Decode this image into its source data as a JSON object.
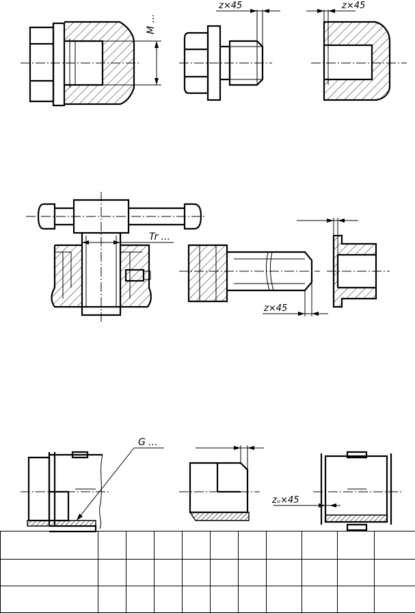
{
  "labels": {
    "thread_m": "M ...",
    "chamfer_1": "z×45",
    "chamfer_2": "z×45",
    "thread_tr": "Tr ...",
    "chamfer_3": "z×45",
    "thread_g": "G ...",
    "chamfer_4": "zᵤ×45"
  },
  "table": {
    "rows": [
      [
        "",
        "",
        "",
        "",
        "",
        "",
        "",
        "",
        "",
        "",
        ""
      ],
      [
        "",
        "",
        "",
        "",
        "",
        "",
        "",
        "",
        "",
        "",
        ""
      ],
      [
        "",
        "",
        "",
        "",
        "",
        "",
        "",
        "",
        "",
        "",
        ""
      ]
    ]
  }
}
